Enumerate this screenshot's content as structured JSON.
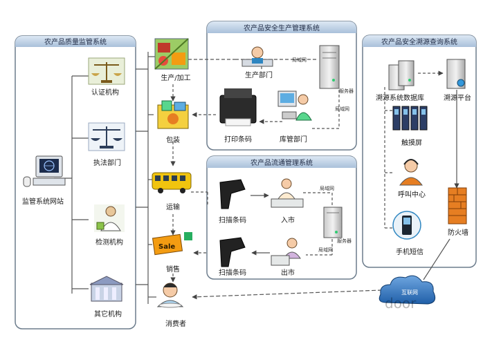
{
  "panels": {
    "quality": "农产品质量监管系统",
    "production": "农产品安全生产管理系统",
    "circulation": "农产品流通管理系统",
    "trace": "农产品安全溯源查询系统"
  },
  "nodes": {
    "certification": "认证机构",
    "enforcement": "执法部门",
    "inspection": "检测机构",
    "other_org": "其它机构",
    "monitor_site": "监管系统网站",
    "produce_process": "生产/加工",
    "packaging": "包装",
    "transport": "运输",
    "sales": "销售",
    "consumer": "消费者",
    "prod_dept": "生产部门",
    "server1": "服务器",
    "print_barcode": "打印条码",
    "warehouse_dept": "库管部门",
    "scan1": "扫描条码",
    "market_in": "入市",
    "server2": "服务器",
    "scan2": "扫描条码",
    "market_out": "出市",
    "trace_db": "溯源系统数据库",
    "trace_platform": "溯源平台",
    "touchscreen": "触摸屏",
    "call_center": "呼叫中心",
    "sms": "手机短信",
    "firewall": "防火墙",
    "internet": "互联网"
  },
  "links": {
    "lan1": "局域网",
    "lan2": "局域网",
    "lan3": "局域网",
    "lan4": "局域网"
  },
  "watermark": "door",
  "sale_sign": "Sale",
  "colors": {
    "panel_header": "#bcd0e6",
    "panel_border": "#6c7c8c",
    "line": "#555555"
  }
}
